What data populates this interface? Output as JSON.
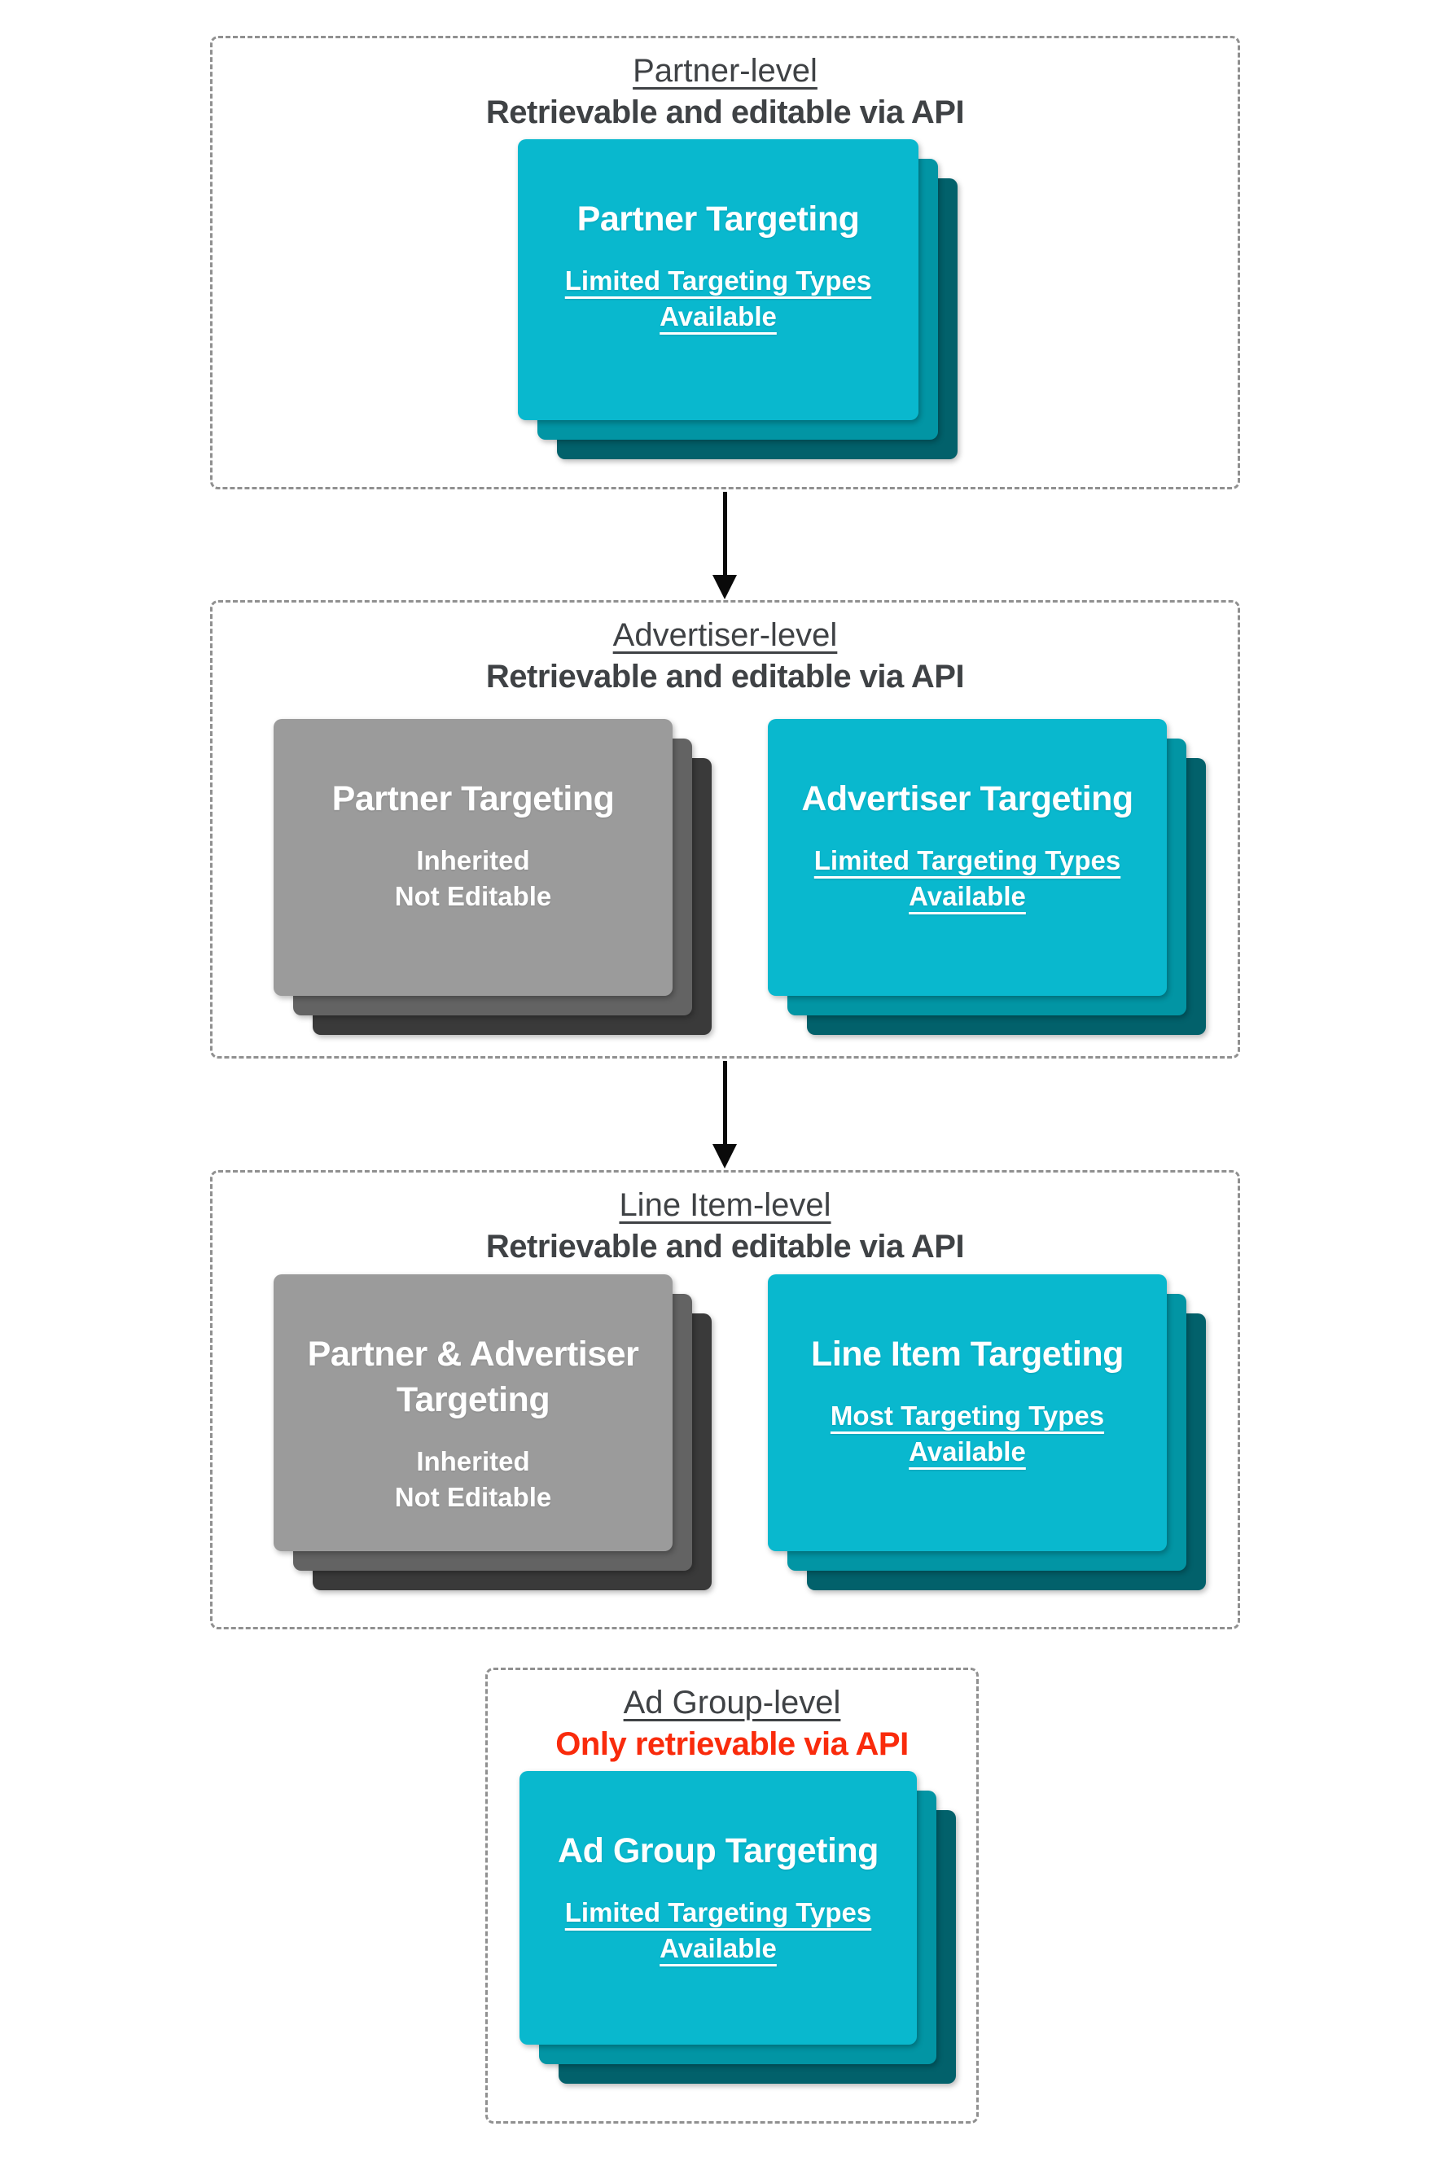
{
  "colors": {
    "accent_cyan": "#09B8CE",
    "teal_mid": "#0295A4",
    "teal_dark": "#02616B",
    "gray_card": "#9B9B9B",
    "gray_mid": "#636363",
    "gray_dark": "#3A3A3A",
    "heading_text": "#3F4245",
    "alert_red": "#F92B0C",
    "border_dash": "#909090",
    "arrow_black": "#0A0A0A"
  },
  "sections": [
    {
      "title": "Partner-level",
      "subtitle": "Retrievable and editable via API",
      "cards": [
        {
          "style": "cyan",
          "title_lines": [
            "Partner Targeting"
          ],
          "subtitle_lines": [
            "Limited Targeting Types",
            "Available"
          ]
        }
      ]
    },
    {
      "title": "Advertiser-level",
      "subtitle": "Retrievable and editable via API",
      "cards": [
        {
          "style": "gray",
          "title_lines": [
            "Partner Targeting"
          ],
          "subtitle_lines": [
            "Inherited",
            "Not Editable"
          ]
        },
        {
          "style": "cyan",
          "title_lines": [
            "Advertiser Targeting"
          ],
          "subtitle_lines": [
            "Limited Targeting Types",
            "Available"
          ]
        }
      ]
    },
    {
      "title": "Line Item-level",
      "subtitle": "Retrievable and editable via API",
      "cards": [
        {
          "style": "gray",
          "title_lines": [
            "Partner & Advertiser",
            "Targeting"
          ],
          "subtitle_lines": [
            "Inherited",
            "Not Editable"
          ]
        },
        {
          "style": "cyan",
          "title_lines": [
            "Line Item Targeting"
          ],
          "subtitle_lines": [
            "Most Targeting Types",
            "Available"
          ]
        }
      ]
    },
    {
      "title": "Ad Group-level",
      "subtitle": "Only retrievable via API",
      "subtitle_color": "#F92B0C",
      "cards": [
        {
          "style": "cyan",
          "title_lines": [
            "Ad Group Targeting"
          ],
          "subtitle_lines": [
            "Limited Targeting Types",
            "Available"
          ]
        }
      ]
    }
  ]
}
